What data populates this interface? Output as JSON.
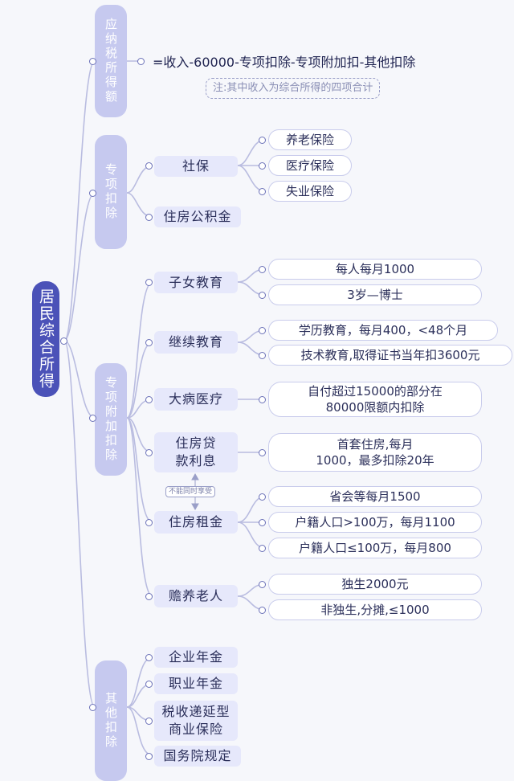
{
  "root": {
    "label": "居民综合所得"
  },
  "taxable": {
    "category": "应纳税所得额",
    "formula": "=收入-60000-专项扣除-专项附加扣-其他扣除",
    "note": "注:其中收入为综合所得的四项合计"
  },
  "special": {
    "category": "专项扣除",
    "social": {
      "label": "社保",
      "items": [
        "养老保险",
        "医疗保险",
        "失业保险"
      ]
    },
    "fund": "住房公积金"
  },
  "additional": {
    "category": "专项附加扣除",
    "children": {
      "label": "子女教育",
      "items": [
        "每人每月1000",
        "3岁—博士"
      ]
    },
    "continuing": {
      "label": "继续教育",
      "items": [
        "学历教育，每月400，<48个月",
        "技术教育,取得证书当年扣3600元"
      ]
    },
    "medical": {
      "label": "大病医疗",
      "lines": [
        "自付超过15000的部分在",
        "80000限额内扣除"
      ]
    },
    "mortgage": {
      "lines": [
        "住房贷",
        "款利息"
      ],
      "detail": [
        "首套住房,每月",
        "1000，最多扣除20年"
      ]
    },
    "exclusive_tag": "不能同时享受",
    "rent": {
      "label": "住房租金",
      "items": [
        "省会等每月1500",
        "户籍人口>100万，每月1100",
        "户籍人口≤100万，每月800"
      ]
    },
    "elderly": {
      "label": "赡养老人",
      "items": [
        "独生2000元",
        "非独生,分摊,≤1000"
      ]
    }
  },
  "other": {
    "category": "其他扣除",
    "items": [
      "企业年金",
      "职业年金"
    ],
    "insurance": [
      "税收递延型",
      "商业保险"
    ],
    "state": "国务院规定"
  }
}
